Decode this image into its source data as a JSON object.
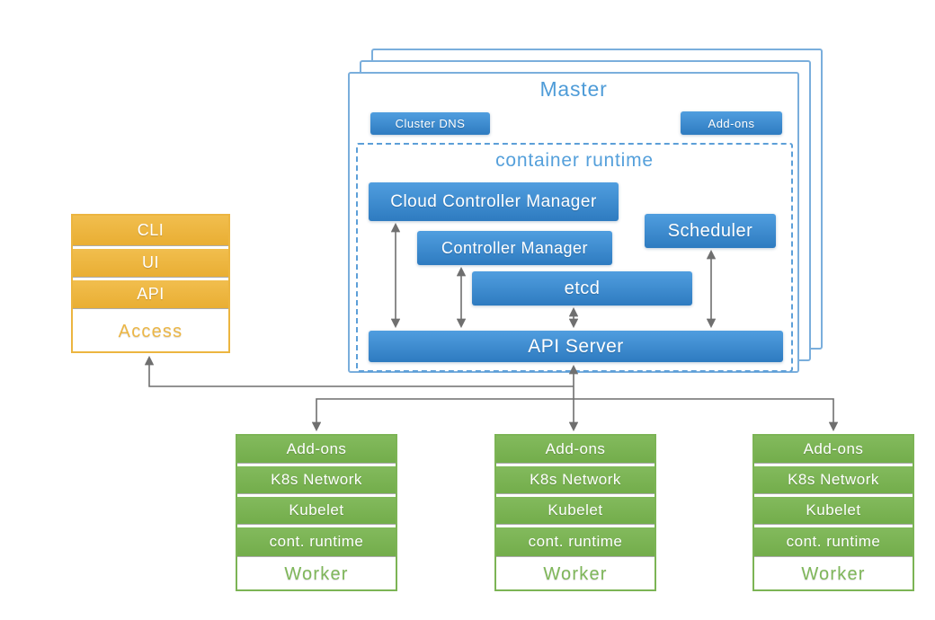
{
  "diagram": {
    "master": {
      "title": "Master",
      "cluster_dns": "Cluster DNS",
      "addons": "Add-ons",
      "runtime": {
        "title": "container runtime",
        "cloud_controller_manager": "Cloud Controller Manager",
        "controller_manager": "Controller Manager",
        "etcd": "etcd",
        "scheduler": "Scheduler",
        "api_server": "API Server"
      }
    },
    "access": {
      "items": [
        "CLI",
        "UI",
        "API"
      ],
      "title": "Access"
    },
    "workers": [
      {
        "items": [
          "Add-ons",
          "K8s Network",
          "Kubelet",
          "cont. runtime"
        ],
        "title": "Worker"
      },
      {
        "items": [
          "Add-ons",
          "K8s Network",
          "Kubelet",
          "cont. runtime"
        ],
        "title": "Worker"
      },
      {
        "items": [
          "Add-ons",
          "K8s Network",
          "Kubelet",
          "cont. runtime"
        ],
        "title": "Worker"
      }
    ],
    "colors": {
      "blue": "#3D8DD2",
      "light_blue_text": "#55A0DB",
      "orange": "#EDB740",
      "green": "#7CB455",
      "line_gray": "#6F6F6F"
    }
  }
}
